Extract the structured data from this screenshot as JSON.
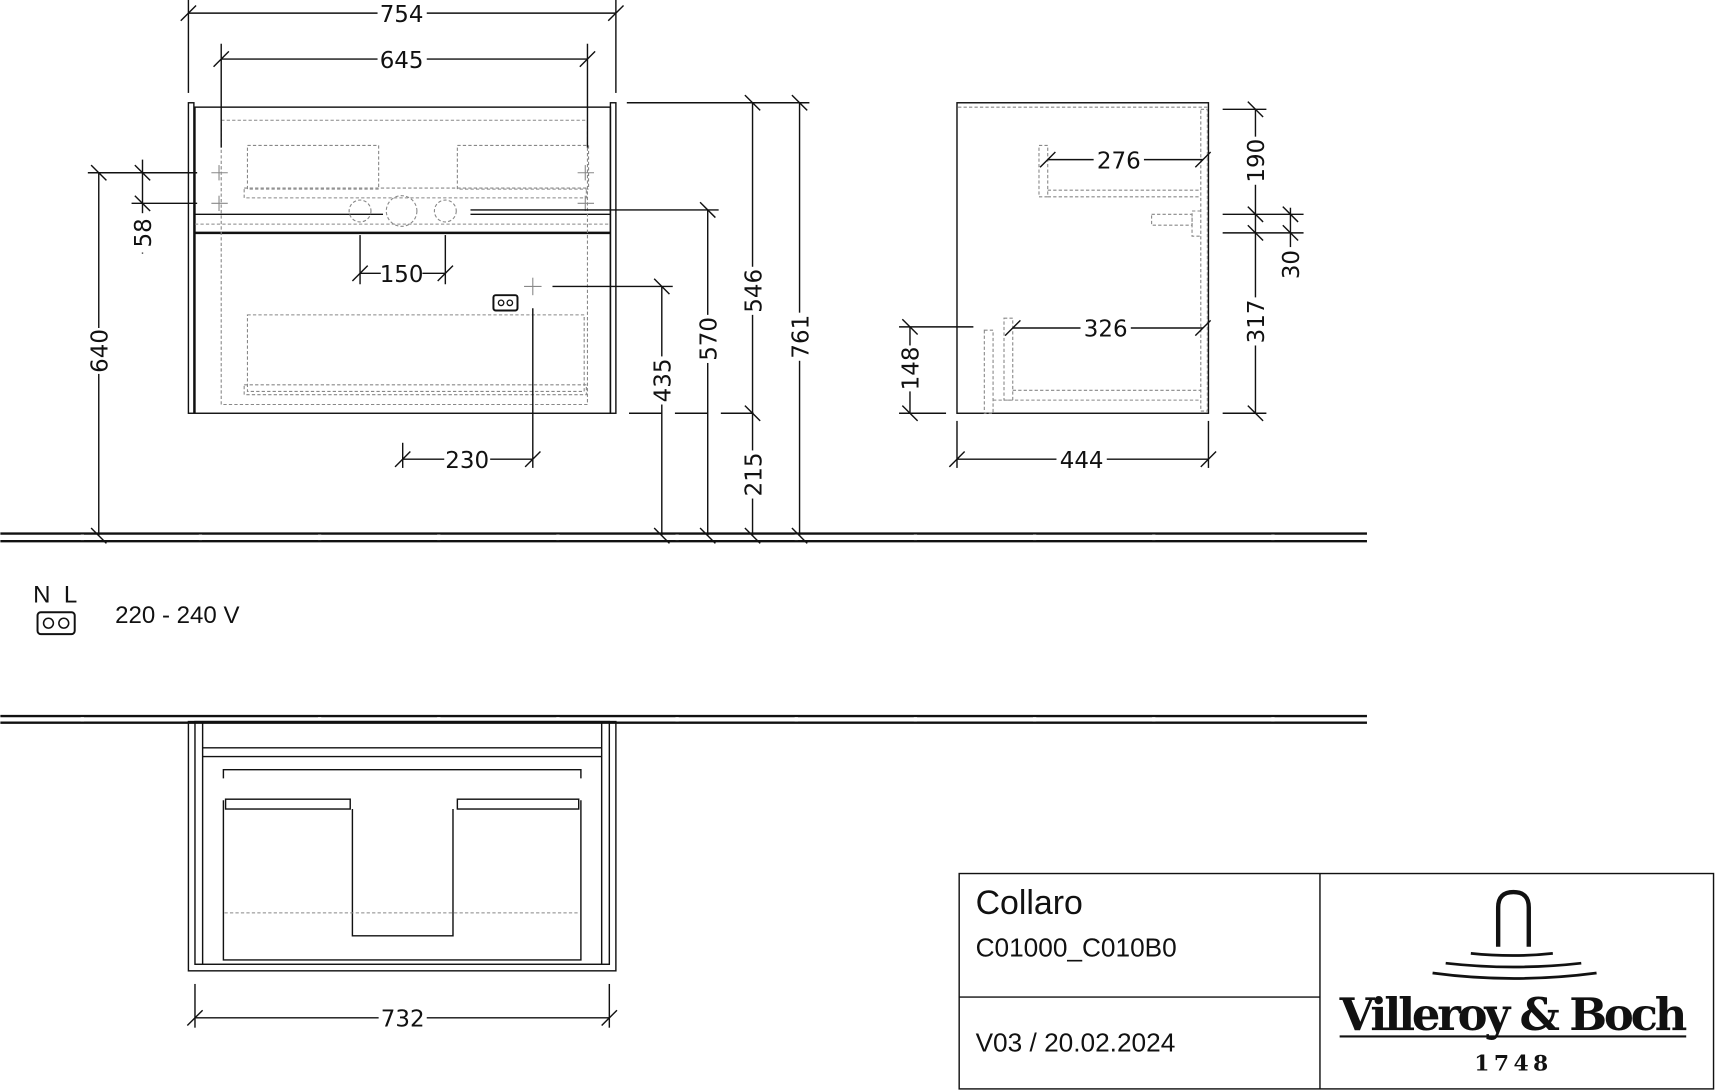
{
  "dimensions": {
    "overall_width": "754",
    "inner_width": "645",
    "tap_spacing": "150",
    "socket_offset": "230",
    "height_58": "58",
    "height_640": "640",
    "height_435": "435",
    "height_570": "570",
    "height_546": "546",
    "height_215": "215",
    "height_761": "761",
    "side_276": "276",
    "side_326": "326",
    "side_190": "190",
    "side_30": "30",
    "side_317": "317",
    "side_148": "148",
    "side_depth": "444",
    "top_width": "732"
  },
  "legend": {
    "phase_labels": "N  L",
    "voltage": "220 - 240 V"
  },
  "title_block": {
    "product": "Collaro",
    "code": "C01000_C010B0",
    "version": "V03 / 20.02.2024",
    "brand": "Villeroy & Boch",
    "brand_year": "1748"
  }
}
